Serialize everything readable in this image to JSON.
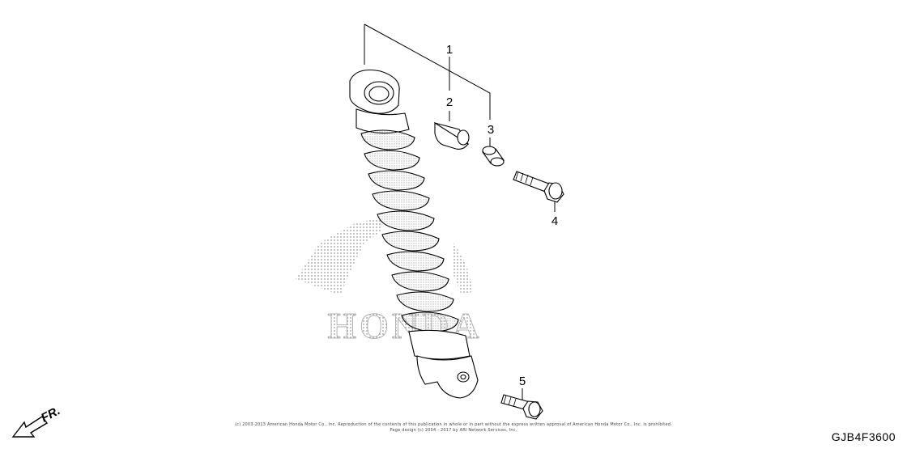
{
  "callouts": [
    {
      "id": "1",
      "label": "1"
    },
    {
      "id": "2",
      "label": "2"
    },
    {
      "id": "3",
      "label": "3"
    },
    {
      "id": "4",
      "label": "4"
    },
    {
      "id": "5",
      "label": "5"
    }
  ],
  "direction_label": "FR.",
  "watermark_text": "HONDA",
  "copyright_line1": "(c) 2003-2013 American Honda Motor Co., Inc. Reproduction of the contents of this publication in whole or in part without the express written approval of American Honda Motor Co., Inc. is prohibited.",
  "copyright_line2": "Page design (c) 2004 - 2017 by ARI Network Services, Inc.",
  "diagram_code": "GJB4F3600",
  "colors": {
    "line": "#000000",
    "watermark_dots": "#9a9a9a",
    "spring_dots": "#bdbdbd"
  }
}
